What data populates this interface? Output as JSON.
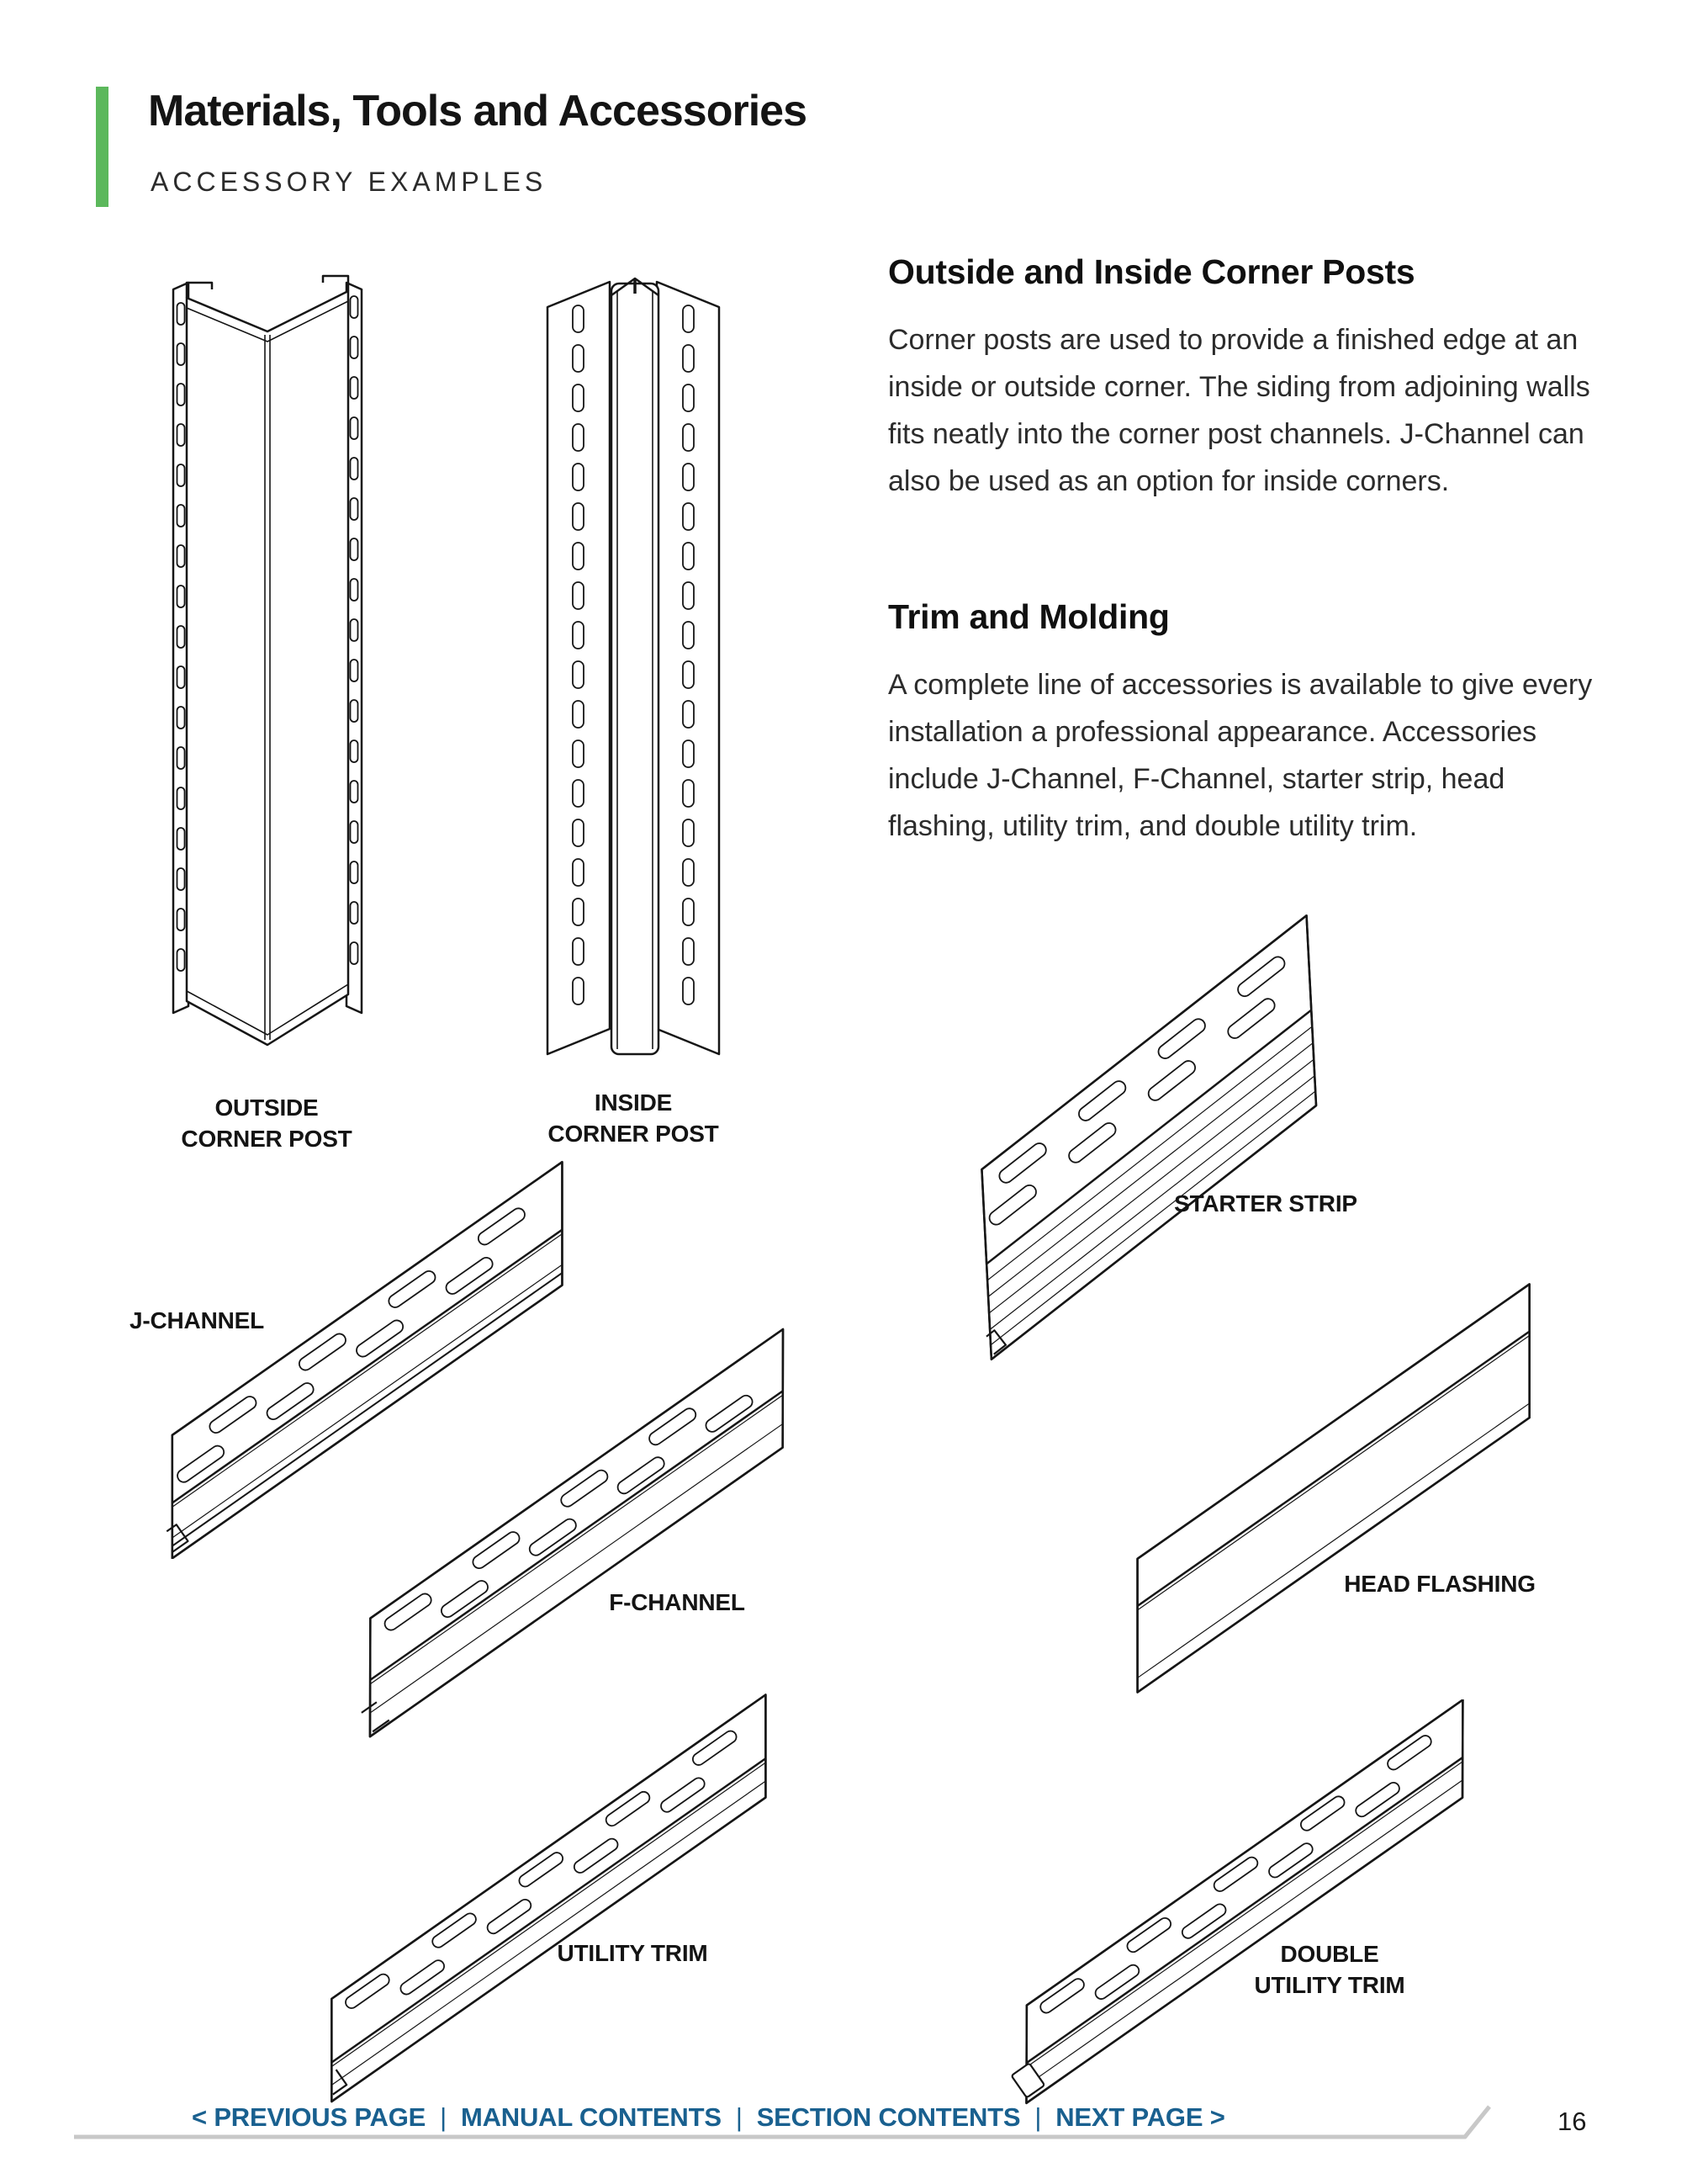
{
  "header": {
    "title": "Materials, Tools and Accessories",
    "subtitle": "ACCESSORY EXAMPLES"
  },
  "sections": [
    {
      "heading": "Outside and Inside Corner Posts",
      "body": "Corner posts are used to provide a finished edge at an inside or outside corner. The siding from adjoining walls fits neatly into the corner post channels. J-Channel can also be used as an option for inside corners."
    },
    {
      "heading": "Trim and Molding",
      "body": "A complete line of accessories is available to give every installation a professional appearance. Accessories include J-Channel, F-Channel, starter strip, head flashing, utility trim, and double utility trim."
    }
  ],
  "diagram_labels": {
    "outside_corner_post": [
      "OUTSIDE",
      "CORNER POST"
    ],
    "inside_corner_post": [
      "INSIDE",
      "CORNER POST"
    ],
    "j_channel": [
      "J-CHANNEL"
    ],
    "starter_strip": [
      "STARTER STRIP"
    ],
    "f_channel": [
      "F-CHANNEL"
    ],
    "head_flashing": [
      "HEAD FLASHING"
    ],
    "utility_trim": [
      "UTILITY TRIM"
    ],
    "double_utility_trim": [
      "DOUBLE",
      "UTILITY TRIM"
    ]
  },
  "footer": {
    "links": [
      {
        "label": "< PREVIOUS PAGE"
      },
      {
        "label": "MANUAL CONTENTS"
      },
      {
        "label": "SECTION CONTENTS"
      },
      {
        "label": "NEXT PAGE >"
      }
    ],
    "separator": "|",
    "page_number": "16"
  },
  "colors": {
    "accent_green": "#5CB85C",
    "link_blue": "#19608F",
    "line_gray": "#C8C8C8",
    "ink": "#161616"
  }
}
